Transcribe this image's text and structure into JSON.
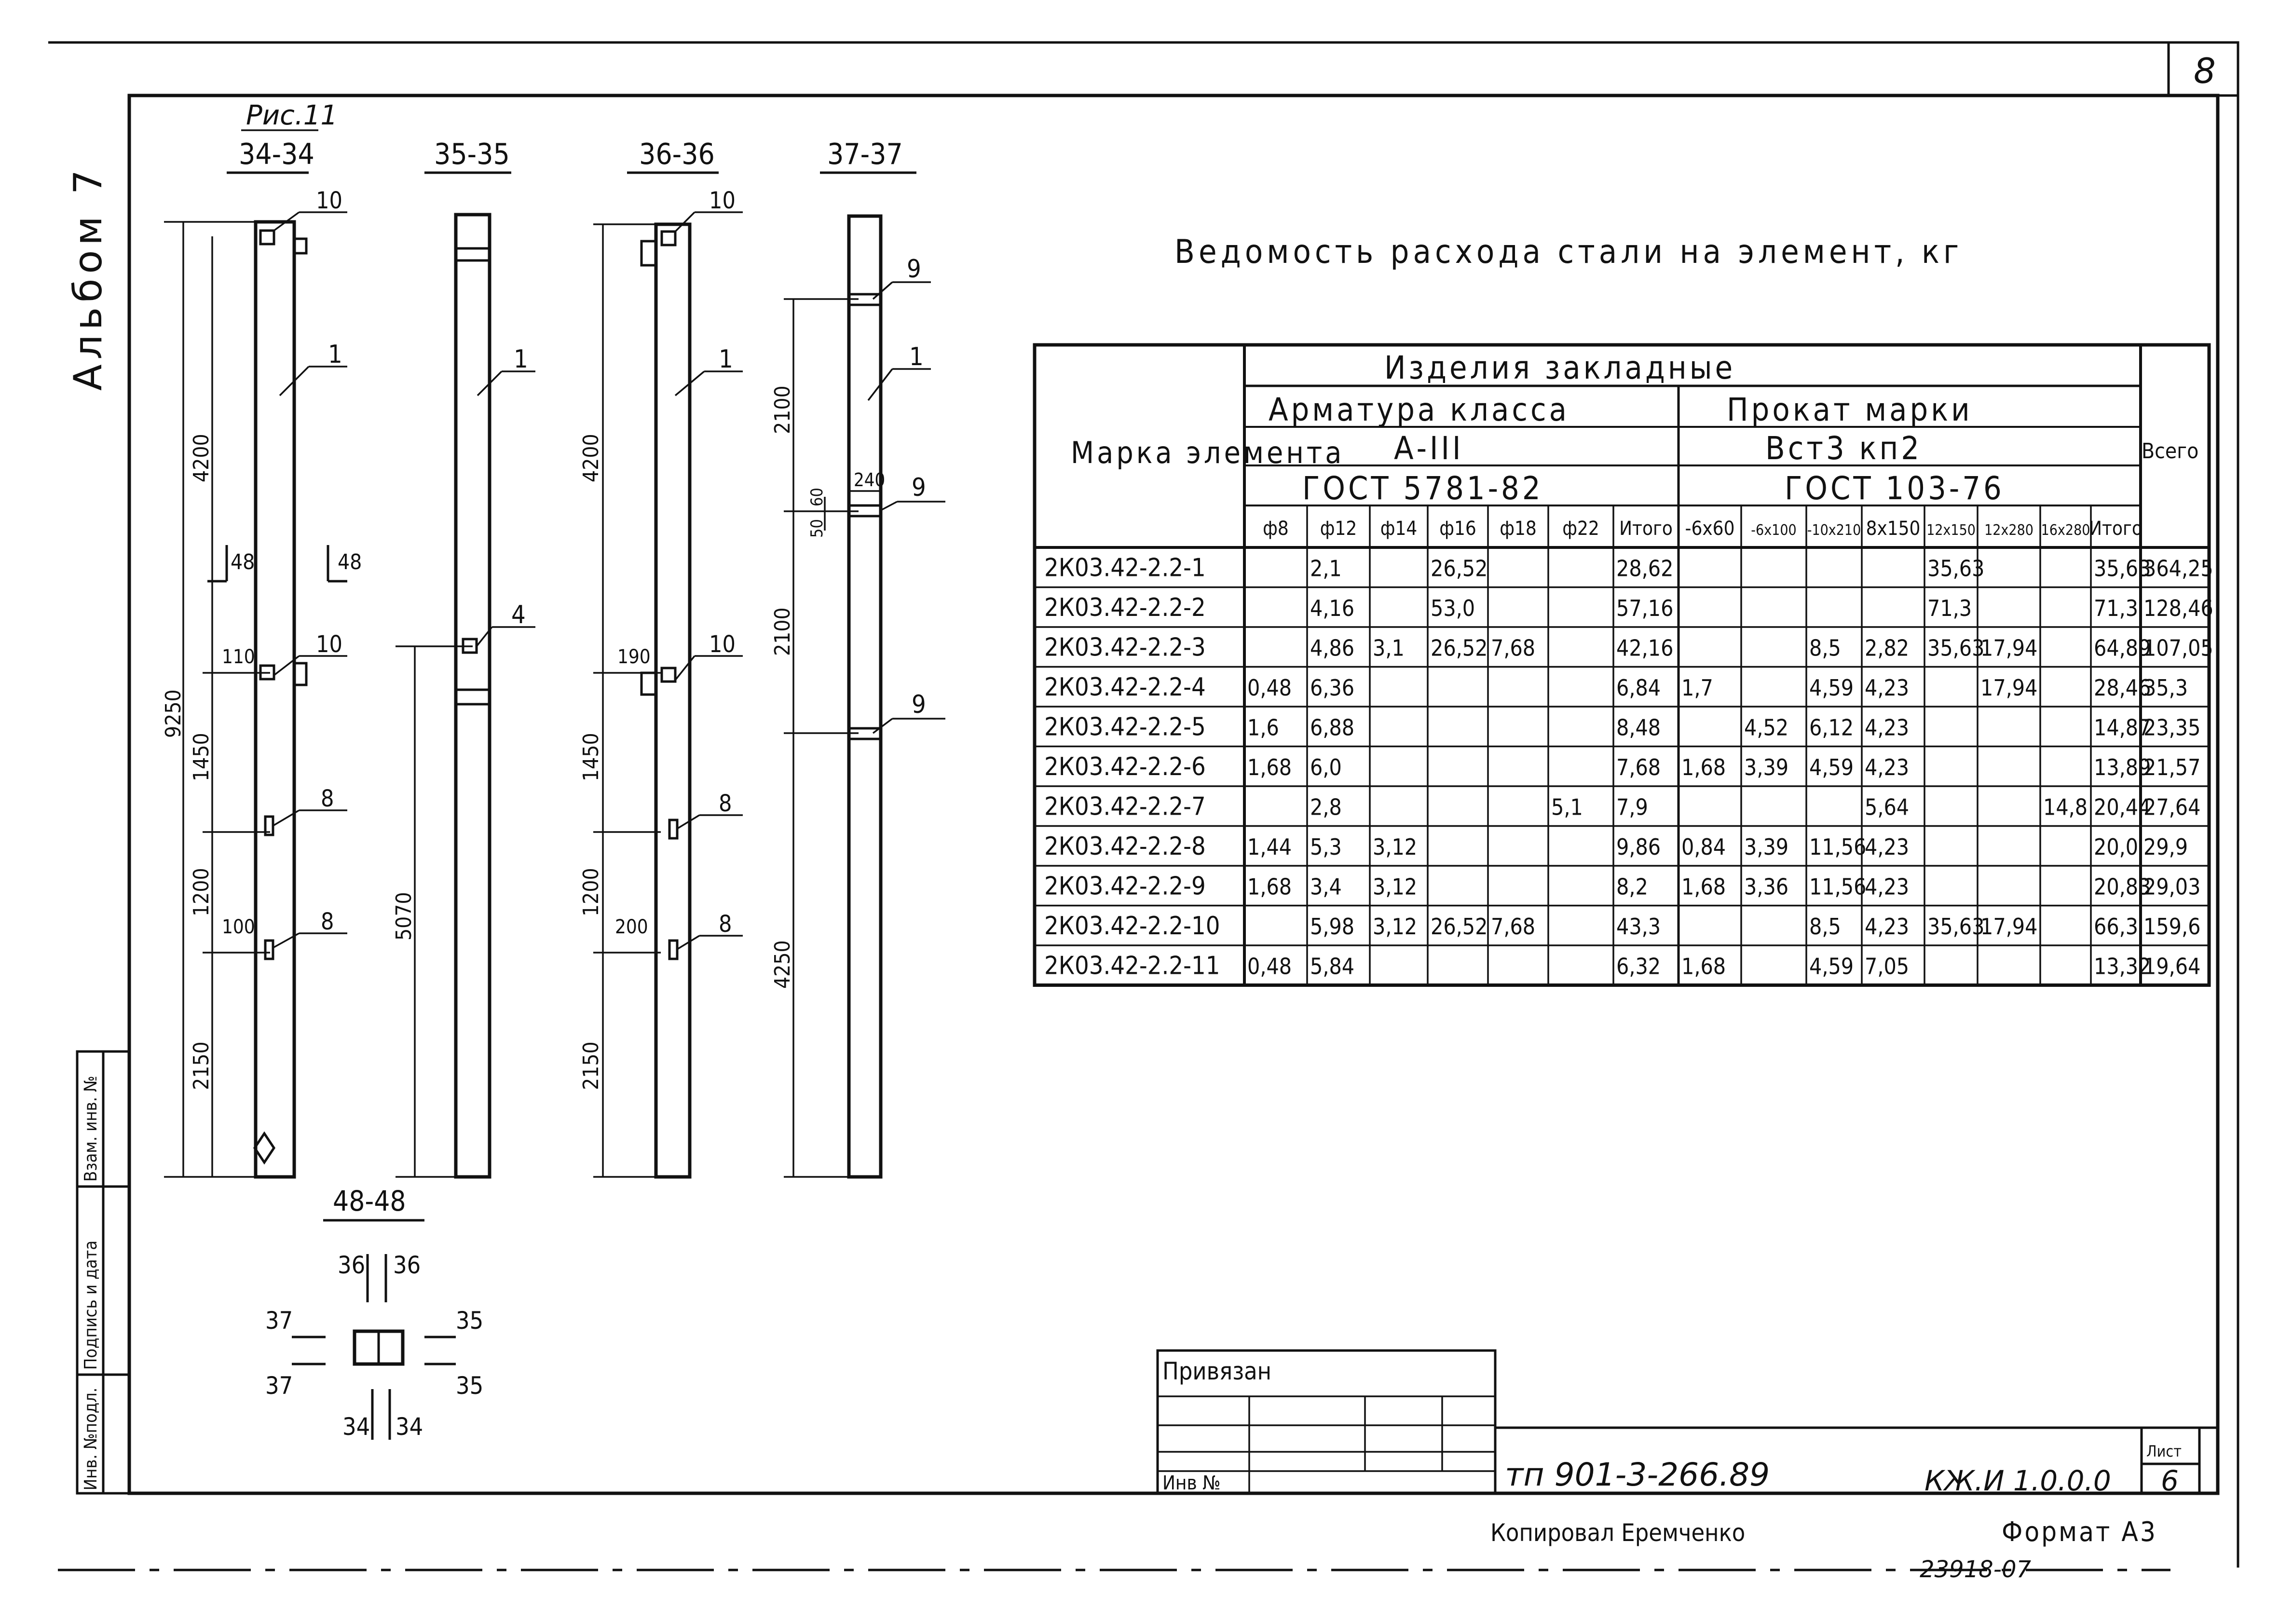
{
  "sheet_corner_number": "8",
  "album_label": "Альбом 7",
  "figure_label": "Рис.11",
  "section_titles": [
    "34-34",
    "35-35",
    "36-36",
    "37-37"
  ],
  "plan_section_title": "48-48",
  "plan_marks": [
    "36",
    "36",
    "37",
    "35",
    "37",
    "35",
    "34",
    "34"
  ],
  "table_title": "Ведомость расхода стали на элемент, кг",
  "table": {
    "col_mark_header": "Марка элемента",
    "group_header": "Изделия закладные",
    "rebar_header": "Арматура класса",
    "rebar_class": "А-III",
    "rebar_gost": "ГОСТ 5781-82",
    "profile_header": "Прокат марки",
    "profile_grade": "Вст3 кп2",
    "profile_gost": "ГОСТ 103-76",
    "total_header": "Всего",
    "columns": [
      "ф8",
      "ф12",
      "ф14",
      "ф16",
      "ф18",
      "ф22",
      "Итого",
      "-6x60",
      "-6x100",
      "-10x210",
      "8x150",
      "12x150",
      "12x280",
      "16x280",
      "Итого"
    ],
    "rows": [
      {
        "mark": "2К03.42-2.2-1",
        "cells": [
          "",
          "2,1",
          "",
          "26,52",
          "",
          "",
          "28,62",
          "",
          "",
          "",
          "",
          "35,63",
          "",
          "",
          "35,63"
        ],
        "total": "364,25"
      },
      {
        "mark": "2К03.42-2.2-2",
        "cells": [
          "",
          "4,16",
          "",
          "53,0",
          "",
          "",
          "57,16",
          "",
          "",
          "",
          "",
          "71,3",
          "",
          "",
          "71,3"
        ],
        "total": "128,46"
      },
      {
        "mark": "2К03.42-2.2-3",
        "cells": [
          "",
          "4,86",
          "3,1",
          "26,52",
          "7,68",
          "",
          "42,16",
          "",
          "",
          "8,5",
          "2,82",
          "35,63",
          "17,94",
          "",
          "64,89"
        ],
        "total": "107,05"
      },
      {
        "mark": "2К03.42-2.2-4",
        "cells": [
          "0,48",
          "6,36",
          "",
          "",
          "",
          "",
          "6,84",
          "1,7",
          "",
          "4,59",
          "4,23",
          "",
          "17,94",
          "",
          "28,46"
        ],
        "total": "35,3"
      },
      {
        "mark": "2К03.42-2.2-5",
        "cells": [
          "1,6",
          "6,88",
          "",
          "",
          "",
          "",
          "8,48",
          "",
          "4,52",
          "6,12",
          "4,23",
          "",
          "",
          "",
          "14,87"
        ],
        "total": "23,35"
      },
      {
        "mark": "2К03.42-2.2-6",
        "cells": [
          "1,68",
          "6,0",
          "",
          "",
          "",
          "",
          "7,68",
          "1,68",
          "3,39",
          "4,59",
          "4,23",
          "",
          "",
          "",
          "13,89"
        ],
        "total": "21,57"
      },
      {
        "mark": "2К03.42-2.2-7",
        "cells": [
          "",
          "2,8",
          "",
          "",
          "",
          "5,1",
          "7,9",
          "",
          "",
          "",
          "5,64",
          "",
          "",
          "14,8",
          "20,44"
        ],
        "total": "27,64"
      },
      {
        "mark": "2К03.42-2.2-8",
        "cells": [
          "1,44",
          "5,3",
          "3,12",
          "",
          "",
          "",
          "9,86",
          "0,84",
          "3,39",
          "11,56",
          "4,23",
          "",
          "",
          "",
          "20,0"
        ],
        "total": "29,9"
      },
      {
        "mark": "2К03.42-2.2-9",
        "cells": [
          "1,68",
          "3,4",
          "3,12",
          "",
          "",
          "",
          "8,2",
          "1,68",
          "3,36",
          "11,56",
          "4,23",
          "",
          "",
          "",
          "20,83"
        ],
        "total": "29,03"
      },
      {
        "mark": "2К03.42-2.2-10",
        "cells": [
          "",
          "5,98",
          "3,12",
          "26,52",
          "7,68",
          "",
          "43,3",
          "",
          "",
          "8,5",
          "4,23",
          "35,63",
          "17,94",
          "",
          "66,3"
        ],
        "total": "159,6"
      },
      {
        "mark": "2К03.42-2.2-11",
        "cells": [
          "0,48",
          "5,84",
          "",
          "",
          "",
          "",
          "6,32",
          "1,68",
          "",
          "4,59",
          "7,05",
          "",
          "",
          "",
          "13,32"
        ],
        "total": "19,64"
      }
    ]
  },
  "stamp": {
    "privyazan": "Привязан",
    "inv_no": "Инв №",
    "doc_code": "тп 901-3-266.89",
    "section_code": "КЖ.И 1.0.0.0",
    "sheet_label": "Лист",
    "sheet_number": "6"
  },
  "side_stamp": {
    "inv_orig": "Инв. №подл.",
    "sign_date": "Подпись и дата",
    "vzam_inv": "Взам. инв. №"
  },
  "footer": {
    "copied": "Копировал Еремченко",
    "format": "Формат А3",
    "order_number": "23918-07"
  },
  "drawing_labels": {
    "pos_1": "1",
    "pos_4": "4",
    "pos_8": "8",
    "pos_9": "9",
    "pos_10": "10",
    "dim_9250": "9250",
    "dim_4200": "4200",
    "dim_1450": "1450",
    "dim_1200": "1200",
    "dim_2150": "2150",
    "dim_5070": "5070",
    "dim_2100": "2100",
    "dim_4250": "4250",
    "dim_110": "110",
    "dim_100": "100",
    "dim_190": "190",
    "dim_200": "200",
    "dim_240": "240",
    "dim_50": "50",
    "dim_60": "60",
    "cut_48": "48"
  }
}
